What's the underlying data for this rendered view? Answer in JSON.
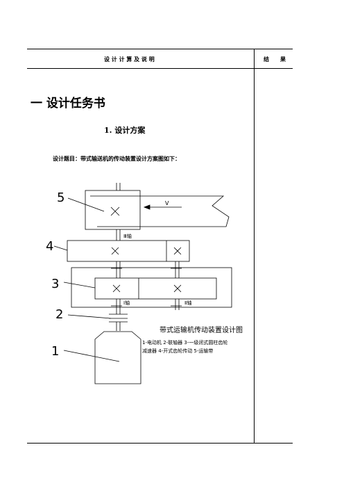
{
  "table": {
    "col1_header": "设 计 计 算 及 说 明",
    "col2_header": "结　　果"
  },
  "section": {
    "title": "一  设计任务书",
    "subtitle": "1. 设计方案",
    "intro": "设计题目：带式输送机的传动装置设计方案图如下："
  },
  "diagram": {
    "labels": [
      "1",
      "2",
      "3",
      "4",
      "5"
    ],
    "shaft_3": "Ⅲ轴",
    "shaft_1": "Ⅰ轴",
    "shaft_2": "Ⅱ轴",
    "v_label": "V",
    "caption_title": "带式运输机传动装置设计图",
    "caption_line1": "1-电动机 2-联轴器 3-一级闭式圆柱齿轮",
    "caption_line2": "减速器 4-开式齿轮传动 5-运输带"
  }
}
